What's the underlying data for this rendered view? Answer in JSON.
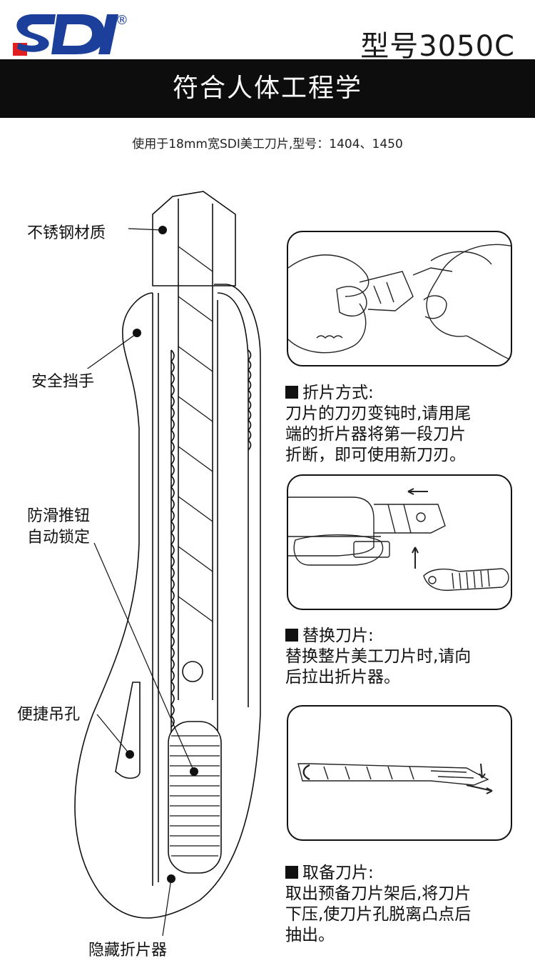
{
  "header": {
    "brand": "SDI",
    "registered_mark": "®",
    "model_label": "型号3050C"
  },
  "banner": {
    "title": "符合人体工程学"
  },
  "subtitle": "使用于18mm宽SDI美工刀片,型号：1404、1450",
  "callouts": {
    "stainless": "不锈钢材质",
    "guard": "安全挡手",
    "slider_line1": "防滑推钮",
    "slider_line2": "自动锁定",
    "hanging_hole": "便捷吊孔",
    "hidden_snapper": "隐藏折片器"
  },
  "sections": [
    {
      "title": "折片方式:",
      "body": [
        "刀片的刀刃变钝时,请用尾",
        "端的折片器将第一段刀片",
        "折断，即可使用新刀刃。"
      ]
    },
    {
      "title": "替换刀片:",
      "body": [
        "替换整片美工刀片时,请向",
        "后拉出折片器。"
      ]
    },
    {
      "title": "取备刀片:",
      "body": [
        "取出预备刀片架后,将刀片",
        "下压,使刀片孔脱离凸点后",
        "抽出。"
      ]
    }
  ],
  "colors": {
    "brand_red": "#e02020",
    "brand_blue": "#1b3f9a",
    "banner_bg": "#0d0d0d",
    "line": "#111111"
  },
  "icons": [
    "sdi-logo",
    "utility-knife-illustration",
    "hands-snapping-blade-photo",
    "blade-replacement-photo",
    "spare-blade-photo",
    "callout-dot"
  ]
}
